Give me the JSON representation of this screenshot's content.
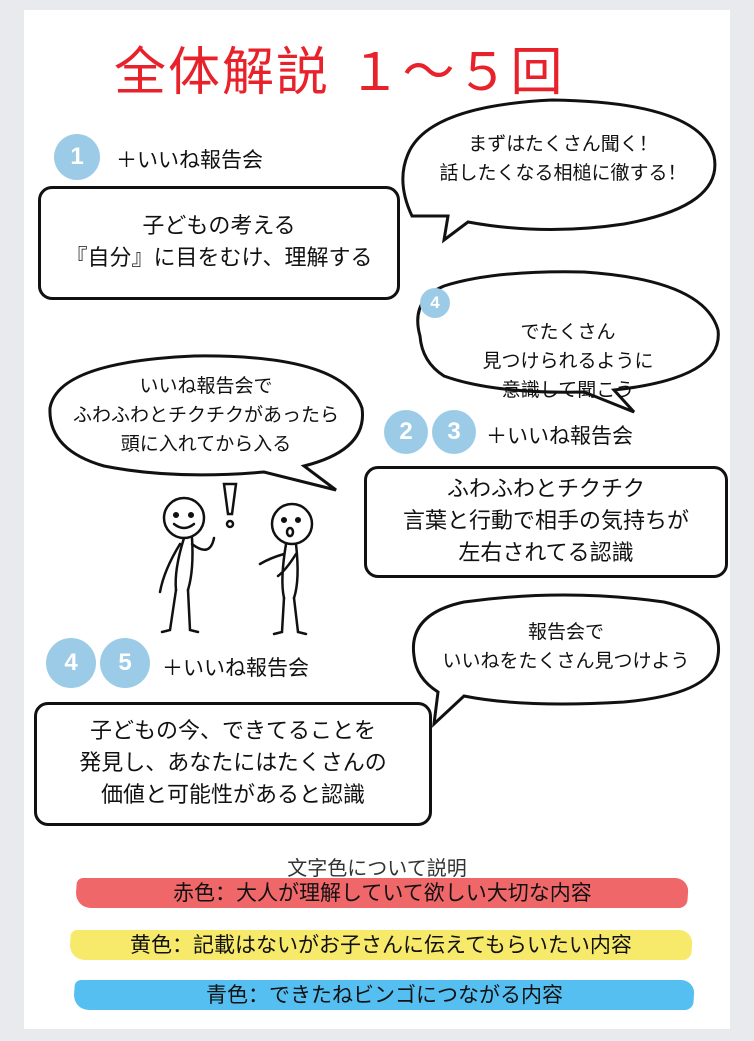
{
  "title": "全体解説 １～５回",
  "section1": {
    "badges": [
      "1"
    ],
    "heading": "＋いいね報告会",
    "box_lines": [
      "子どもの考える",
      "『自分』に目をむけ、理解する"
    ]
  },
  "section23": {
    "badges": [
      "2",
      "3"
    ],
    "heading": "＋いいね報告会",
    "box_lines": [
      "ふわふわとチクチク",
      "言葉と行動で相手の気持ちが",
      "左右されてる認識"
    ]
  },
  "section45": {
    "badges": [
      "4",
      "5"
    ],
    "heading": "＋いいね報告会",
    "box_lines": [
      "子どもの今、できてることを",
      "発見し、あなたにはたくさんの",
      "価値と可能性があると認識"
    ]
  },
  "bubbles": {
    "top_right": [
      "まずはたくさん聞く！",
      "話したくなる相槌に徹する！"
    ],
    "mid_right": {
      "badge": "4",
      "line1": "でたくさん",
      "line2": "見つけられるように",
      "line3": "意識して聞こう"
    },
    "left": [
      "いいね報告会で",
      "ふわふわとチクチクがあったら",
      "頭に入れてから入る"
    ],
    "lower_right": [
      "報告会で",
      "いいねをたくさん見つけよう"
    ]
  },
  "legend": {
    "title": "文字色について説明",
    "items": [
      {
        "text": "赤色：大人が理解していて欲しい大切な内容",
        "color": "#f0676a"
      },
      {
        "text": "黄色：記載はないがお子さんに伝えてもらいたい内容",
        "color": "#f7e96a"
      },
      {
        "text": "青色：できたねビンゴにつながる内容",
        "color": "#55bff2"
      }
    ]
  },
  "icons": [
    "exclamation-icon",
    "stick-figure-icon"
  ]
}
